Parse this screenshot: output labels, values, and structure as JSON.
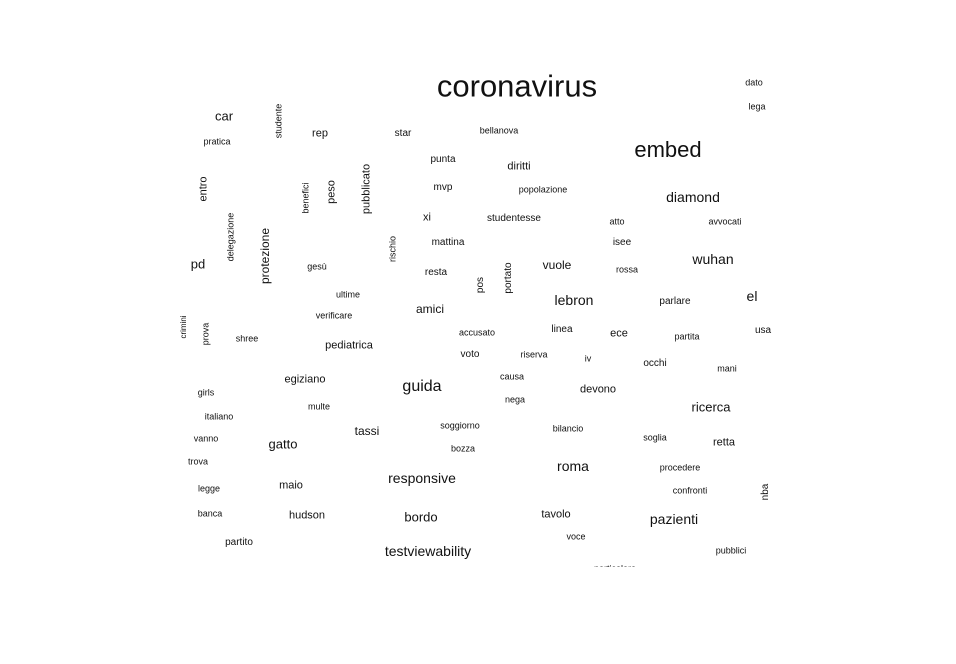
{
  "words": {
    "coronavirus": "coronavirus",
    "embed": "embed",
    "guida": "guida",
    "diamond": "diamond",
    "wuhan": "wuhan",
    "roma": "roma",
    "responsive": "responsive",
    "testviewability": "testviewability",
    "pazienti": "pazienti",
    "lebron": "lebron",
    "ricerca": "ricerca",
    "el": "el",
    "car": "car",
    "gatto": "gatto",
    "bordo": "bordo",
    "tassi": "tassi",
    "pd": "pd",
    "dato": "dato",
    "lega": "lega",
    "pratica": "pratica",
    "studente": "studente",
    "rep": "rep",
    "star": "star",
    "bellanova": "bellanova",
    "punta": "punta",
    "diritti": "diritti",
    "pubblicato": "pubblicato",
    "entro": "entro",
    "benefici": "benefici",
    "peso": "peso",
    "mvp": "mvp",
    "popolazione": "popolazione",
    "xi": "xi",
    "studentesse": "studentesse",
    "atto": "atto",
    "avvocati": "avvocati",
    "delegazione": "delegazione",
    "protezione": "protezione",
    "rischio": "rischio",
    "mattina": "mattina",
    "isee": "isee",
    "gesu": "gesù",
    "resta": "resta",
    "pos": "pos",
    "portato": "portato",
    "vuole": "vuole",
    "rossa": "rossa",
    "ultime": "ultime",
    "parlare": "parlare",
    "amici": "amici",
    "verificare": "verificare",
    "crimini": "crimini",
    "prova": "prova",
    "shree": "shree",
    "accusato": "accusato",
    "linea": "linea",
    "ece": "ece",
    "partita": "partita",
    "usa": "usa",
    "pediatrica": "pediatrica",
    "voto": "voto",
    "riserva": "riserva",
    "iv": "iv",
    "occhi": "occhi",
    "mani": "mani",
    "egiziano": "egiziano",
    "causa": "causa",
    "devono": "devono",
    "girls": "girls",
    "multe": "multe",
    "nega": "nega",
    "italiano": "italiano",
    "soggiorno": "soggiorno",
    "bilancio": "bilancio",
    "soglia": "soglia",
    "vanno": "vanno",
    "bozza": "bozza",
    "retta": "retta",
    "trova": "trova",
    "procedere": "procedere",
    "legge": "legge",
    "maio": "maio",
    "confronti": "confronti",
    "nba": "nba",
    "banca": "banca",
    "hudson": "hudson",
    "tavolo": "tavolo",
    "partito": "partito",
    "voce": "voce",
    "pubblici": "pubblici",
    "particolare": "particolare"
  }
}
